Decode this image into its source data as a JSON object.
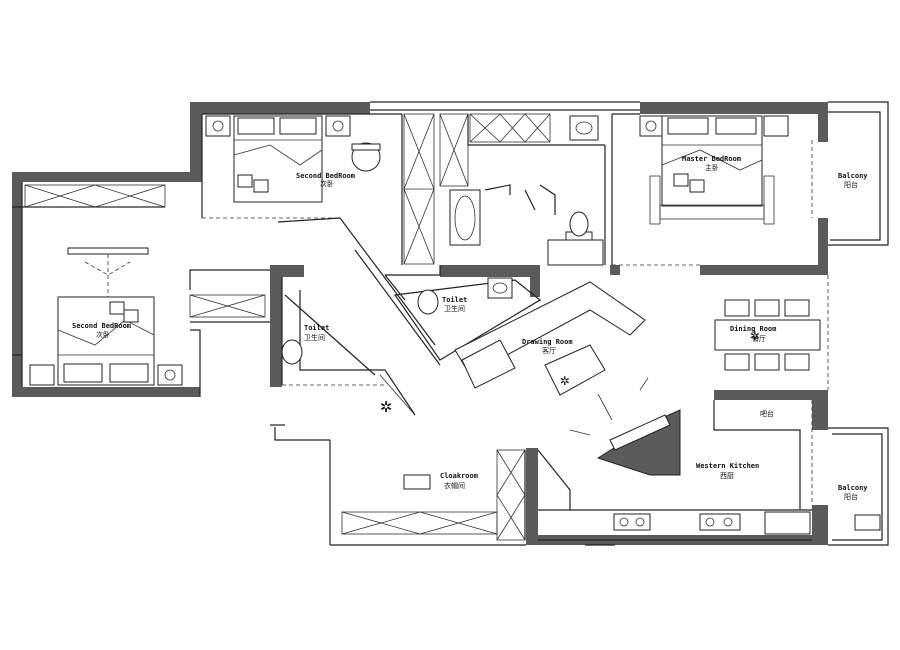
{
  "rooms": {
    "second_bedroom_top": {
      "en": "Second BedRoom",
      "cn": "次卧"
    },
    "second_bedroom_left": {
      "en": "Second BedRoom",
      "cn": "次卧"
    },
    "master_bedroom": {
      "en": "Master BedRoom",
      "cn": "主卧"
    },
    "balcony_top": {
      "en": "Balcony",
      "cn": "阳台"
    },
    "balcony_bottom": {
      "en": "Balcony",
      "cn": "阳台"
    },
    "toilet_center": {
      "en": "Toilet",
      "cn": "卫生间"
    },
    "toilet_left": {
      "en": "Toilet",
      "cn": "卫生间"
    },
    "drawing_room": {
      "en": "Drawing Room",
      "cn": "客厅"
    },
    "dining_room": {
      "en": "Dining Room",
      "cn": "餐厅"
    },
    "bar": {
      "cn": "吧台"
    },
    "western_kitchen": {
      "en": "Western Kitchen",
      "cn": "西厨"
    },
    "cloakroom": {
      "en": "Cloakroom",
      "cn": "衣帽间"
    }
  }
}
